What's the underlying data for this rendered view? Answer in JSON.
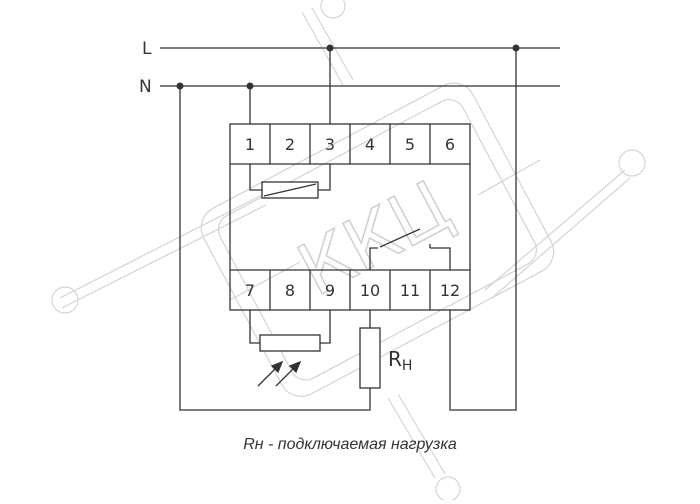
{
  "lines": {
    "l_label": "L",
    "n_label": "N"
  },
  "terminals": {
    "top": [
      "1",
      "2",
      "3",
      "4",
      "5",
      "6"
    ],
    "bottom": [
      "7",
      "8",
      "9",
      "10",
      "11",
      "12"
    ]
  },
  "load": {
    "label": "R",
    "subscript": "H"
  },
  "caption": "Rн - подключаемая нагрузка",
  "watermark": {
    "text": "ККЦ",
    "color": "#d4d4d4"
  },
  "colors": {
    "wire": "#333333",
    "text": "#333333",
    "background": "#ffffff"
  }
}
